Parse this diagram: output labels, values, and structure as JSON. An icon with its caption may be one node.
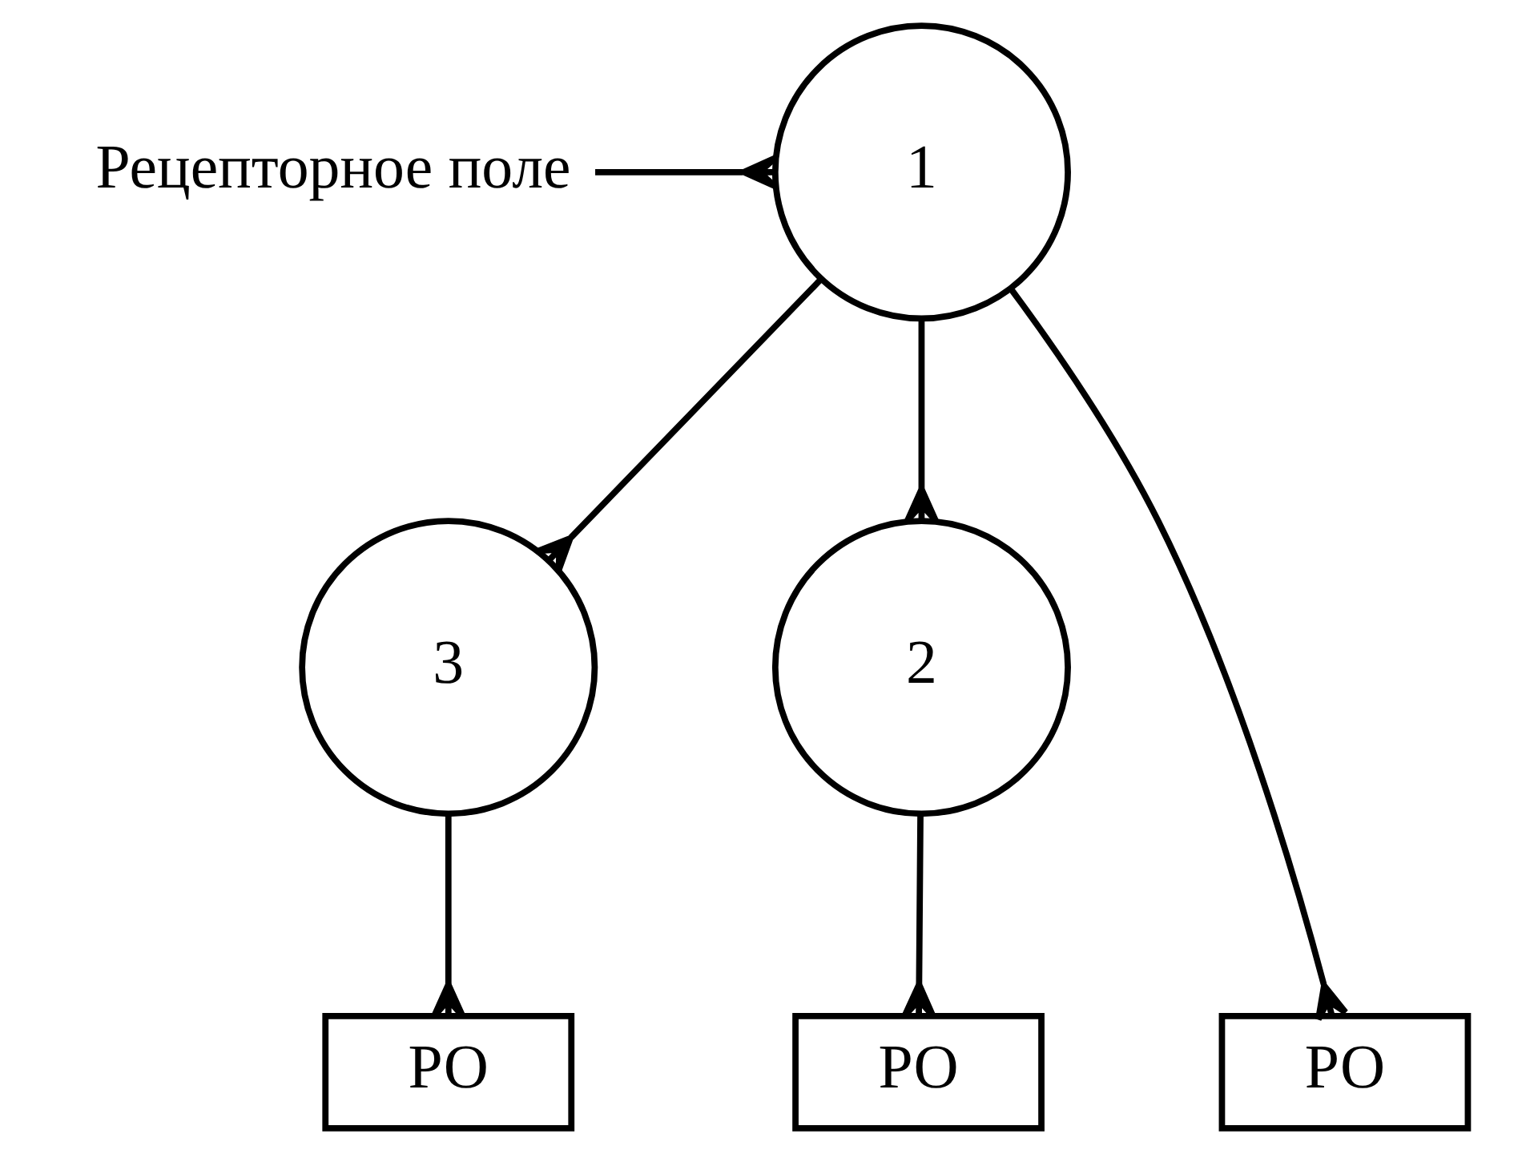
{
  "diagram": {
    "nodes": [
      {
        "text": [
          "Рецепторное поле"
        ]
      },
      {
        "text": [
          "1"
        ]
      },
      {
        "text": [
          "3"
        ]
      },
      {
        "text": [
          "2"
        ]
      },
      {
        "text": [
          "РО"
        ]
      },
      {
        "text": [
          "РО"
        ]
      },
      {
        "text": [
          "РО"
        ]
      }
    ],
    "edges": [
      {
        "from": 0,
        "to": 1,
        "arrow": "other"
      },
      {
        "from": 1,
        "to": 2,
        "arrow": "other"
      },
      {
        "from": 1,
        "to": 3,
        "arrow": "other"
      },
      {
        "from": 1,
        "to": 5,
        "arrow": "other"
      },
      {
        "from": 2,
        "to": 4,
        "arrow": "other"
      },
      {
        "from": 3,
        "to": 6,
        "arrow": "other"
      }
    ]
  }
}
